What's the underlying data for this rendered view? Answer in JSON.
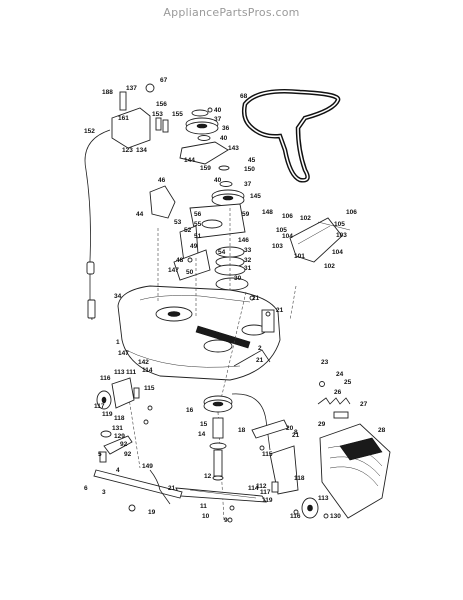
{
  "watermark": "AppliancePartsPros.com",
  "part_numbers": [
    "68",
    "67",
    "188",
    "137",
    "161",
    "152",
    "156",
    "153",
    "155",
    "123",
    "134",
    "40",
    "37",
    "36",
    "40",
    "143",
    "144",
    "45",
    "150",
    "159",
    "40",
    "37",
    "145",
    "46",
    "44",
    "53",
    "52",
    "56",
    "55",
    "51",
    "59",
    "148",
    "54",
    "33",
    "32",
    "31",
    "49",
    "146",
    "50",
    "48",
    "147",
    "30",
    "21",
    "106",
    "104",
    "103",
    "102",
    "101",
    "105",
    "106",
    "104",
    "103",
    "105",
    "102",
    "34",
    "21",
    "1",
    "147",
    "142",
    "2",
    "21",
    "116",
    "113",
    "111",
    "114",
    "115",
    "117",
    "119",
    "118",
    "15",
    "16",
    "14",
    "12",
    "18",
    "20",
    "21",
    "23",
    "24",
    "25",
    "26",
    "27",
    "28",
    "29",
    "8",
    "9",
    "10",
    "11",
    "114",
    "115",
    "112",
    "118",
    "117",
    "119",
    "113",
    "116",
    "130",
    "131",
    "129",
    "92",
    "92",
    "5",
    "6",
    "3",
    "4",
    "149",
    "21",
    "19"
  ]
}
